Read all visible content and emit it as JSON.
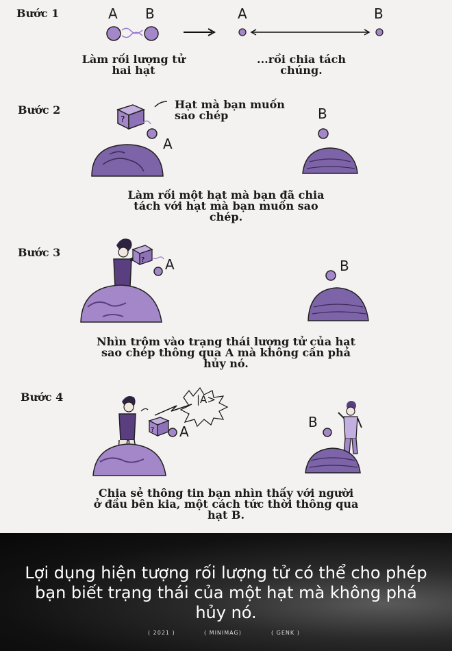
{
  "steps": [
    {
      "label": "Bước 1",
      "captions": [
        "Làm rối lượng tử\nhai hạt",
        "...rồi chia tách\nchúng."
      ],
      "letters": [
        "A",
        "B",
        "A",
        "B"
      ]
    },
    {
      "label": "Bước 2",
      "note": "Hạt mà bạn muốn\nsao chép",
      "caption": "Làm rối một hạt mà bạn đã chia\ntách với hạt mà bạn muốn sao\nchép.",
      "letters": [
        "A",
        "B"
      ]
    },
    {
      "label": "Bước 3",
      "caption": "Nhìn trộm vào trạng thái lượng tử của hạt\nsao chép thông qua A mà không cần phá\nhủy nó.",
      "letters": [
        "A",
        "B"
      ]
    },
    {
      "label": "Bước 4",
      "burst": "|A>",
      "caption": "Chia sẻ thông tin bạn nhìn thấy với người\nở đầu bên kia, một cách tức thời thông qua\nhạt B.",
      "letters": [
        "A",
        "B"
      ]
    }
  ],
  "footer": {
    "message": "Lợi dụng hiện tượng rối lượng tử có thể cho phép bạn biết trạng thái của một hạt mà không phá hủy nó.",
    "credits": [
      "( 2021 )",
      "( MINIMAG)",
      "( GENK )"
    ]
  },
  "colors": {
    "purple": "#a387c9",
    "dark": "#2d2340",
    "planet": "#7d63a8"
  }
}
